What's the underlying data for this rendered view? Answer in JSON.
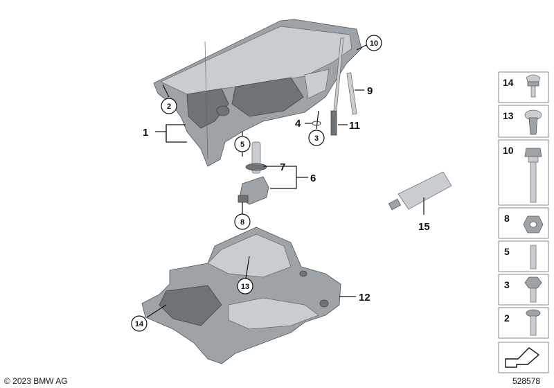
{
  "diagram": {
    "callouts": {
      "c1": "1",
      "c2": "2",
      "c3": "3",
      "c4": "4",
      "c5": "5",
      "c6": "6",
      "c7": "7",
      "c8": "8",
      "c9": "9",
      "c10": "10",
      "c11": "11",
      "c12": "12",
      "c13": "13",
      "c14": "14",
      "c15": "15"
    },
    "legend": [
      "14",
      "13",
      "10",
      "8",
      "5",
      "3",
      "2"
    ]
  },
  "footer": {
    "copyright": "© 2023 BMW AG",
    "diagram_id": "528578"
  }
}
